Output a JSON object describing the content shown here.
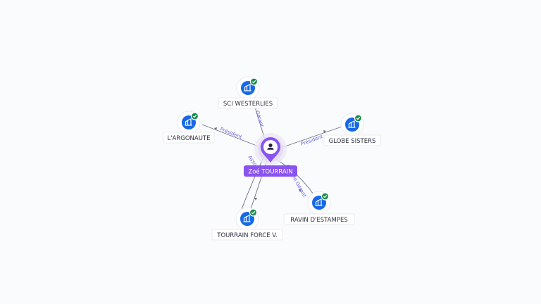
{
  "center": {
    "name": "Zoé TOURRAIN",
    "icon": "person-icon",
    "color": "#8a52f0"
  },
  "companies": [
    {
      "id": "sci",
      "name": "SCI WESTERLIES",
      "icon": "building-icon",
      "verified": true
    },
    {
      "id": "largonaute",
      "name": "L'ARGONAUTE",
      "icon": "building-icon",
      "verified": true
    },
    {
      "id": "globe",
      "name": "GLOBE SISTERS",
      "icon": "building-icon",
      "verified": true
    },
    {
      "id": "ravin",
      "name": "RAVIN D'ESTAMPES",
      "icon": "building-icon",
      "verified": true
    },
    {
      "id": "tourrain",
      "name": "TOURRAIN FORCE V.",
      "icon": "building-icon",
      "verified": true
    }
  ],
  "edges": [
    {
      "id": "e-sci",
      "role": "Gérant"
    },
    {
      "id": "e-larg",
      "role": "Président"
    },
    {
      "id": "e-globe",
      "role": "Président"
    },
    {
      "id": "e-ravin",
      "role": "Associé Gérant"
    },
    {
      "id": "e-tour1",
      "role": "Associé"
    },
    {
      "id": "e-tour2",
      "role": "Associé"
    }
  ],
  "colors": {
    "accent": "#8a52f0",
    "node": "#1669e6",
    "verified": "#1b8a4c",
    "edge_label": "#6e63e6"
  }
}
